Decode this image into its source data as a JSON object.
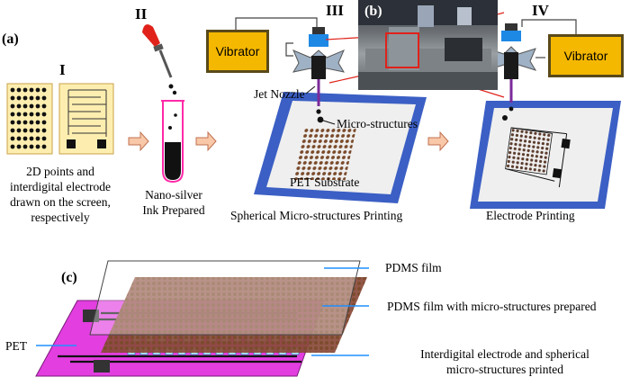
{
  "labels": {
    "panel_a": "(a)",
    "panel_b": "(b)",
    "panel_c": "(c)",
    "step_I": "I",
    "step_II": "II",
    "step_III": "III",
    "step_IV": "IV",
    "step1_caption_l1": "2D points and",
    "step1_caption_l2": "interdigital electrode",
    "step1_caption_l3": "drawn on the screen,",
    "step1_caption_l4": "respectively",
    "step2_caption_l1": "Nano-silver",
    "step2_caption_l2": "Ink Prepared",
    "vibrator_left": "Vibrator",
    "vibrator_right": "Vibrator",
    "jet_nozzle": "Jet Nozzle",
    "micro_structures": "Micro-structures",
    "pet_substrate": "PET Substrate",
    "step3_caption": "Spherical Micro-structures Printing",
    "step4_caption": "Electrode Printing",
    "pdms_film": "PDMS film",
    "pdms_micro": "PDMS film with micro-structures prepared",
    "pet": "PET",
    "electrode_l1": "Interdigital electrode and spherical",
    "electrode_l2": "micro-structures printed"
  },
  "colors": {
    "vibrator_fill": "#f5b800",
    "substrate_blue": "#3b5fc4",
    "arrow_fill": "#f8c8a8",
    "pet_magenta": "#e23ee0",
    "pointer_blue": "#1e90ff",
    "dropper_red": "#e0221a"
  }
}
